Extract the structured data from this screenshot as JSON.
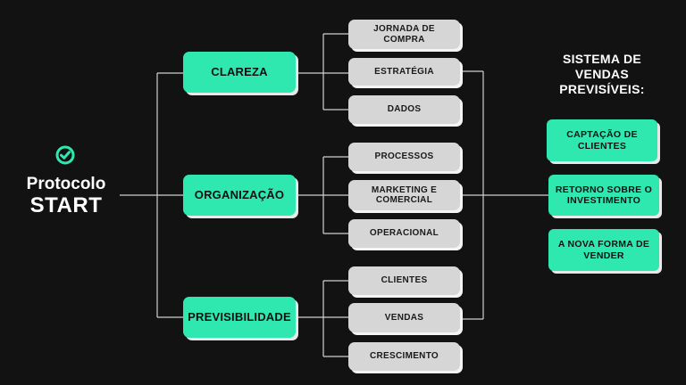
{
  "protocol": {
    "line1": "Protocolo",
    "line2": "START",
    "icon": "check-circle-icon"
  },
  "pillars": [
    {
      "label": "CLAREZA",
      "items": [
        "JORNADA DE COMPRA",
        "ESTRATÉGIA",
        "DADOS"
      ]
    },
    {
      "label": "ORGANIZAÇÃO",
      "items": [
        "PROCESSOS",
        "MARKETING E COMERCIAL",
        "OPERACIONAL"
      ]
    },
    {
      "label": "PREVISIBILIDADE",
      "items": [
        "CLIENTES",
        "VENDAS",
        "CRESCIMENTO"
      ]
    }
  ],
  "system": {
    "title": "SISTEMA DE VENDAS PREVISÍVEIS:",
    "results": [
      "CAPTAÇÃO DE CLIENTES",
      "RETORNO SOBRE O INVESTIMENTO",
      "A NOVA FORMA DE VENDER"
    ]
  },
  "colors": {
    "accent": "#2ee8b0",
    "sub_box": "#d6d6d6",
    "background": "#121212",
    "line": "#cfcfcf"
  }
}
